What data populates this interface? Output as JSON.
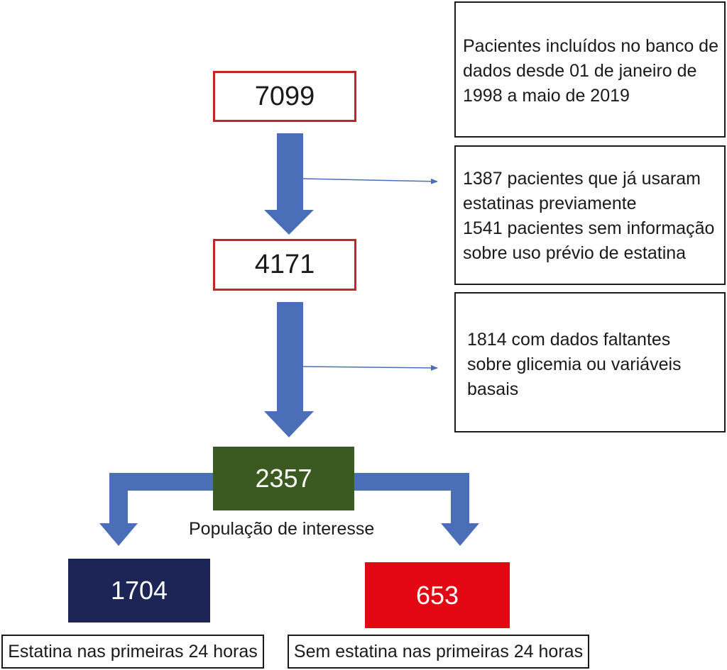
{
  "counts": {
    "initial": "7099",
    "after_exclusion_1": "4171",
    "population": "2357",
    "with_statin": "1704",
    "without_statin": "653"
  },
  "notes": {
    "source": [
      "Pacientes incluídos no banco de",
      "dados desde 01 de janeiro de",
      "1998 a maio de 2019"
    ],
    "exclusion_1": [
      "1387 pacientes que já usaram",
      "estatinas previamente",
      "1541 pacientes sem informação",
      "sobre uso prévio de estatina"
    ],
    "exclusion_2": [
      "1814 com dados faltantes",
      "sobre glicemia ou variáveis",
      "basais"
    ]
  },
  "labels": {
    "population": "População de interesse",
    "with_statin": "Estatina nas primeiras 24 horas",
    "without_statin": "Sem estatina nas primeiras 24 horas"
  },
  "colors": {
    "arrow": "#4a6fb8",
    "count_border": "#c0272d",
    "population_fill": "#3a5a21",
    "with_statin_fill": "#1c2556",
    "without_statin_fill": "#e30613"
  }
}
